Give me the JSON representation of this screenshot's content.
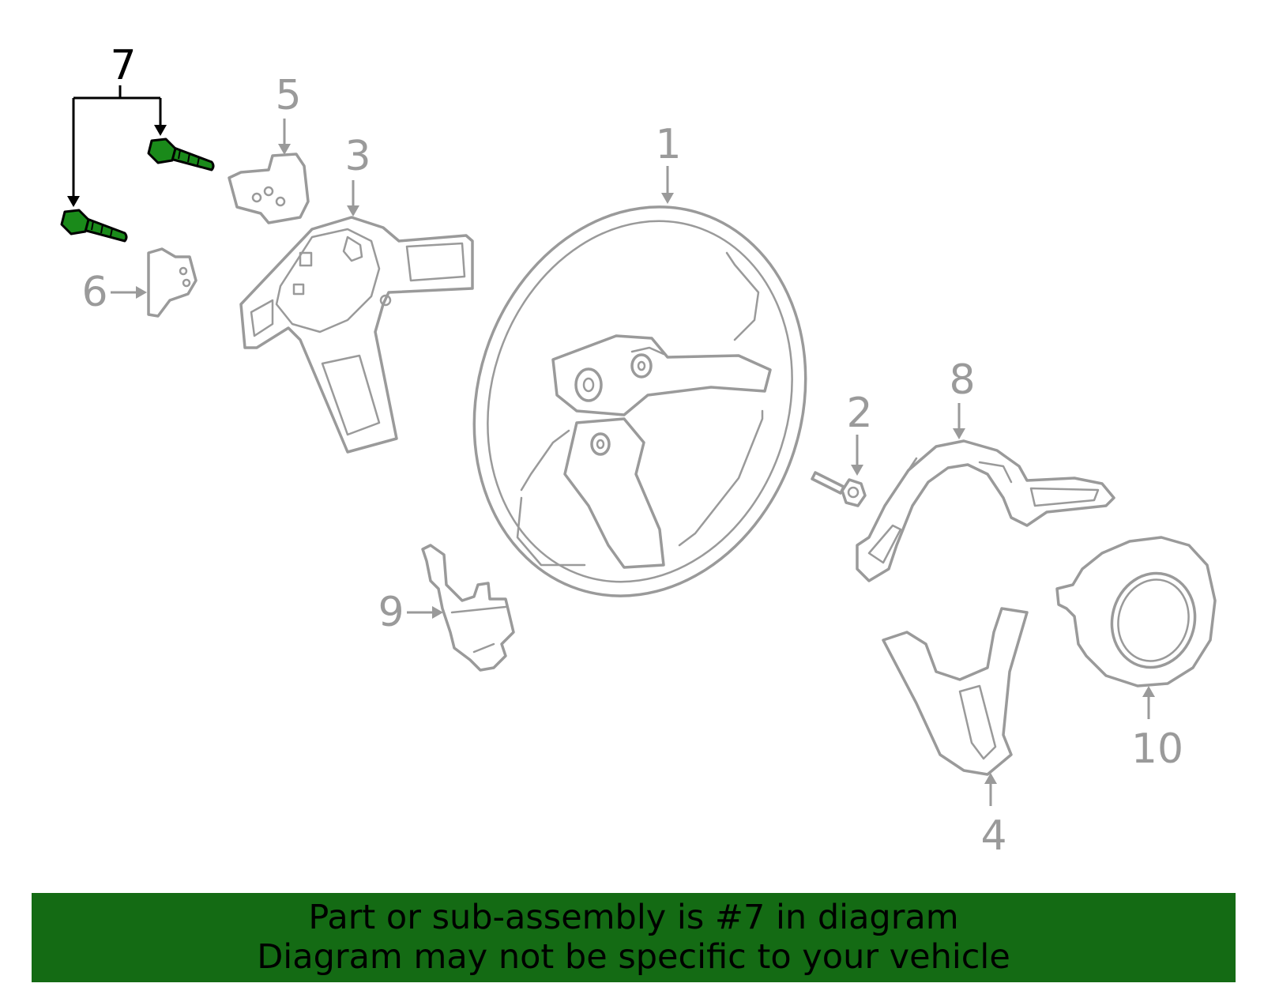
{
  "callouts": {
    "c1": "1",
    "c2": "2",
    "c3": "3",
    "c4": "4",
    "c5": "5",
    "c6": "6",
    "c7": "7",
    "c8": "8",
    "c9": "9",
    "c10": "10"
  },
  "highlight": {
    "part_number": "7",
    "color": "#1a8a1a"
  },
  "colors": {
    "line_art": "#9a9a9a",
    "banner_background": "#146b14"
  },
  "banner": {
    "line1": "Part or sub-assembly is #7 in diagram",
    "line2": "Diagram may not be specific to your vehicle"
  }
}
